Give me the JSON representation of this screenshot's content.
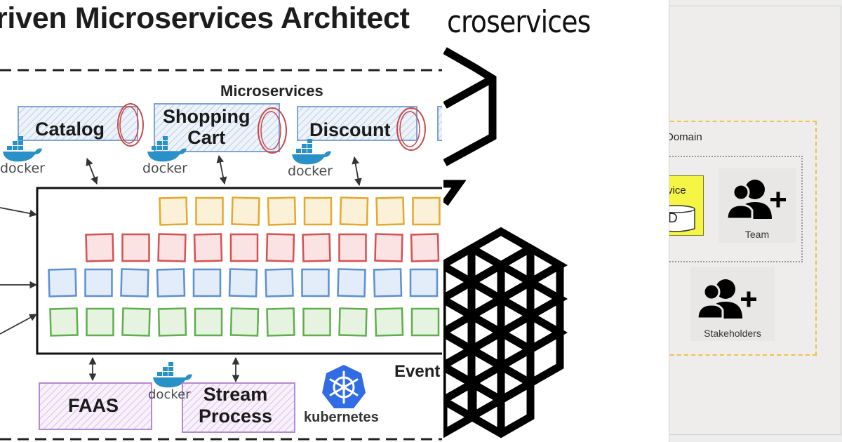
{
  "left": {
    "title": "riven Microservices Architect",
    "section_label": "Microservices",
    "services": [
      {
        "name": "Catalog"
      },
      {
        "name": "Shopping\nCart"
      },
      {
        "name": "Discount"
      }
    ],
    "docker_text": "docker",
    "bus_label": "Event",
    "bottom_items": [
      {
        "name": "FAAS"
      },
      {
        "name": "Stream\nProcess"
      }
    ],
    "orchestrator_label": "kubernetes",
    "colors": {
      "service_fill": "#e6eef8",
      "service_border": "#6f9bd4",
      "db_red": "#c84b4b",
      "orange": "#e3a92b",
      "red": "#d65050",
      "blue": "#5b8fd6",
      "green": "#5fae4c",
      "purple": "#b58ad4",
      "docker_blue": "#2891c7",
      "k8s_blue": "#326ce5"
    }
  },
  "middle": {
    "title": "croservices",
    "icon_color": "#000000"
  },
  "right": {
    "domain_label": "Domain",
    "service_label": "rvice",
    "db_label": "D",
    "team_label": "Team",
    "stakeholders_label": "Stakeholders",
    "colors": {
      "domain_border": "#f0c24a",
      "service_fill": "#f5f545"
    }
  }
}
